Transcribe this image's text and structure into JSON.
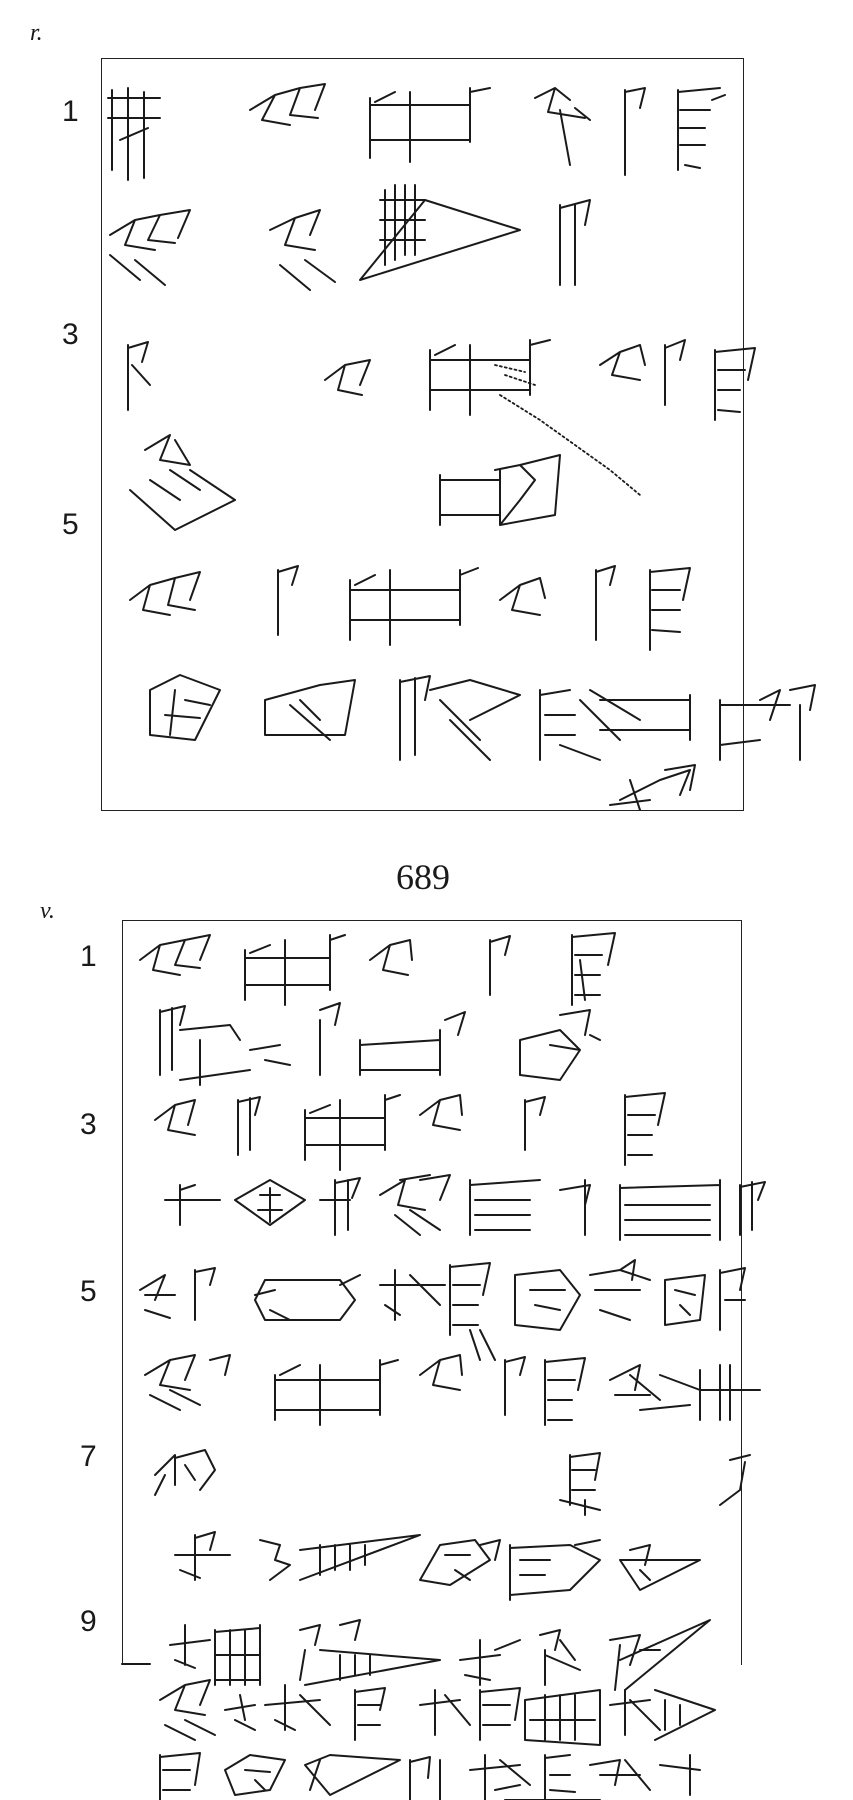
{
  "obverse": {
    "side_label": "r.",
    "line_numbers": [
      "1",
      "3",
      "5"
    ]
  },
  "caption": "689",
  "reverse": {
    "side_label": "v.",
    "line_numbers": [
      "1",
      "3",
      "5",
      "7",
      "9"
    ]
  }
}
